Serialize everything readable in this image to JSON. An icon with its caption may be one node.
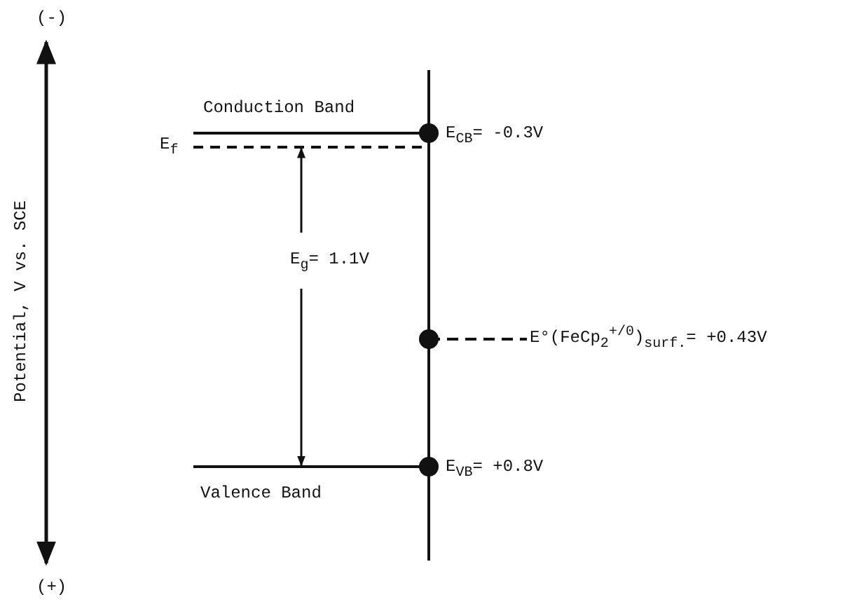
{
  "diagram": {
    "labels": [
      "(-)",
      "Conduction Band",
      "E$_{f}$",
      "E$_{CB}$= -0.3V",
      "E$_{g}$= 1.1V",
      "E°(FeCp$_{2}$$^{+/0}$)$_{surf.}$= +0.43V",
      "E$_{VB}$= +0.8V",
      "Valence Band",
      "(+)",
      "Potential, V vs. SCE"
    ]
  }
}
